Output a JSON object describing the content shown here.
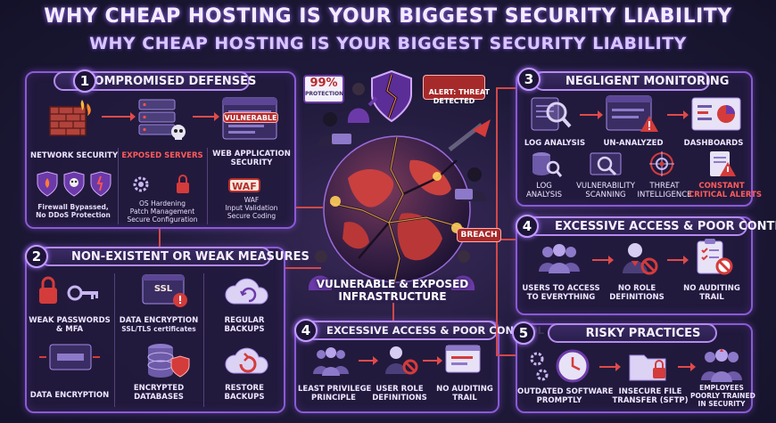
{
  "title_main": "WHY CHEAP HOSTING IS YOUR BIGGEST SECURITY LIABILITY",
  "title_sub": "WHY CHEAP HOSTING IS YOUR BIGGEST SECURITY LIABILITY",
  "panel1": {
    "num": "1",
    "title": "COMPROMISED DEFENSES",
    "tag_vulnerable": "VULNERABLE",
    "network": {
      "title": "NETWORK SECURITY",
      "desc": "Firewall Bypassed,\nNo DDoS Protection"
    },
    "servers": {
      "title": "EXPOSED SERVERS",
      "desc": "OS Hardening\nPatch Management\nSecure Configuration"
    },
    "webapp": {
      "title": "WEB APPLICATION\nSECURITY",
      "waf": "WAF",
      "desc": "WAF\nInput Validation\nSecure Coding"
    }
  },
  "panel2": {
    "num": "2",
    "title": "NON-EXISTENT OR WEAK MEASURES",
    "items": {
      "weak_passwords": "WEAK PASSWORDS\n& MFA",
      "data_encryption_ssl": "DATA ENCRYPTION",
      "ssl_sub": "SSL/TLS certificates",
      "ssl_tag": "SSL",
      "regular_backups": "REGULAR\nBACKUPS",
      "data_encryption": "DATA ENCRYPTION",
      "encrypted_db": "ENCRYPTED\nDATABASES",
      "restore_backups": "RESTORE\nBACKUPS"
    }
  },
  "panel3": {
    "num": "3",
    "title": "NEGLIGENT MONITORING",
    "row1": [
      "LOG ANALYSIS",
      "UN-ANALYZED",
      "DASHBOARDS"
    ],
    "row2": [
      "LOG\nANALYSIS",
      "VULNERABILITY\nSCANNING",
      "THREAT\nINTELLIGENCE",
      "CONSTANT\nCRITICAL ALERTS"
    ]
  },
  "panel4r": {
    "num": "4",
    "title": "EXCESSIVE ACCESS & POOR CONTROL",
    "items": [
      "USERS TO ACCESS\nTO EVERYTHING",
      "NO ROLE\nDEFINITIONS",
      "NO AUDITING\nTRAIL"
    ]
  },
  "panel4c": {
    "num": "4",
    "title": "EXCESSIVE ACCESS & POOR CONTROL",
    "items": [
      "LEAST PRIVILEGE\nPRINCIPLE",
      "USER ROLE\nDEFINITIONS",
      "NO AUDITING\nTRAIL"
    ]
  },
  "panel5": {
    "num": "5",
    "title": "RISKY PRACTICES",
    "items": [
      "OUTDATED SOFTWARE\nPROMPTLY",
      "INSECURE FILE\nTRANSFER (SFTP)",
      "EMPLOYEES\nPOORLY TRAINED\nIN SECURITY"
    ]
  },
  "center": {
    "protection_value": "99%",
    "protection_label": "PROTECTION",
    "alert": "ALERT: THREAT\nDETECTED",
    "breach": "BREACH",
    "infra": "VULNERABLE & EXPOSED\nINFRASTRUCTURE"
  },
  "colors": {
    "accent": "#8a5ad6",
    "danger": "#e04a4a",
    "background": "#1f1a3a"
  }
}
